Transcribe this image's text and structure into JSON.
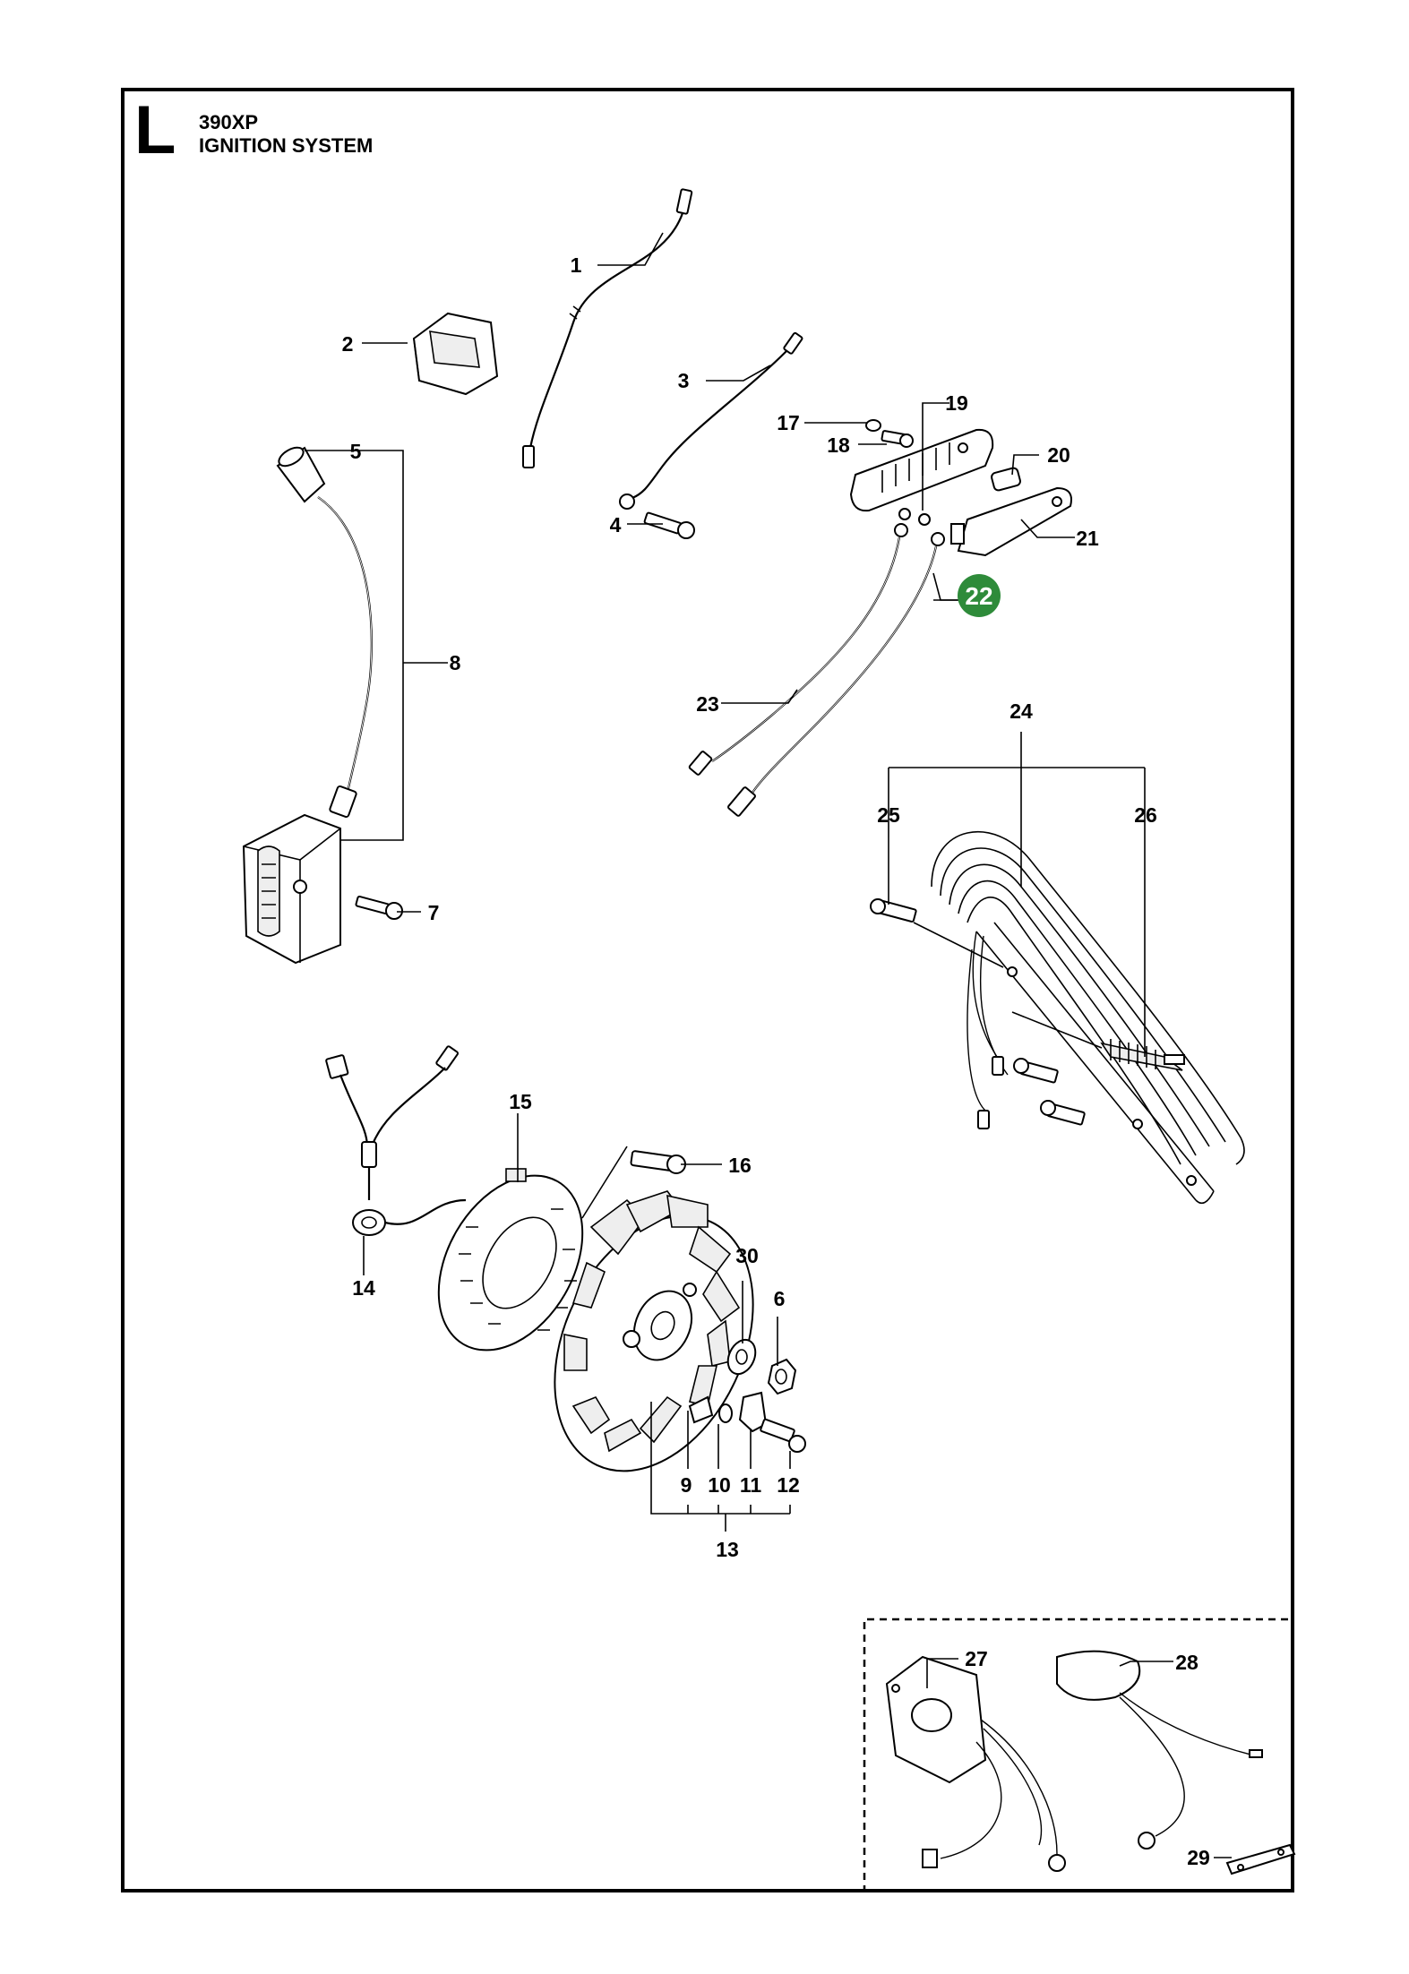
{
  "header": {
    "section_letter": "L",
    "model": "390XP",
    "title": "IGNITION SYSTEM"
  },
  "highlight": {
    "label": "22",
    "color": "#2e8b3a"
  },
  "callouts": [
    "1",
    "2",
    "3",
    "4",
    "5",
    "6",
    "7",
    "8",
    "9",
    "10",
    "11",
    "12",
    "13",
    "14",
    "15",
    "16",
    "17",
    "18",
    "19",
    "20",
    "21",
    "23",
    "24",
    "25",
    "26",
    "27",
    "28",
    "29",
    "30"
  ]
}
